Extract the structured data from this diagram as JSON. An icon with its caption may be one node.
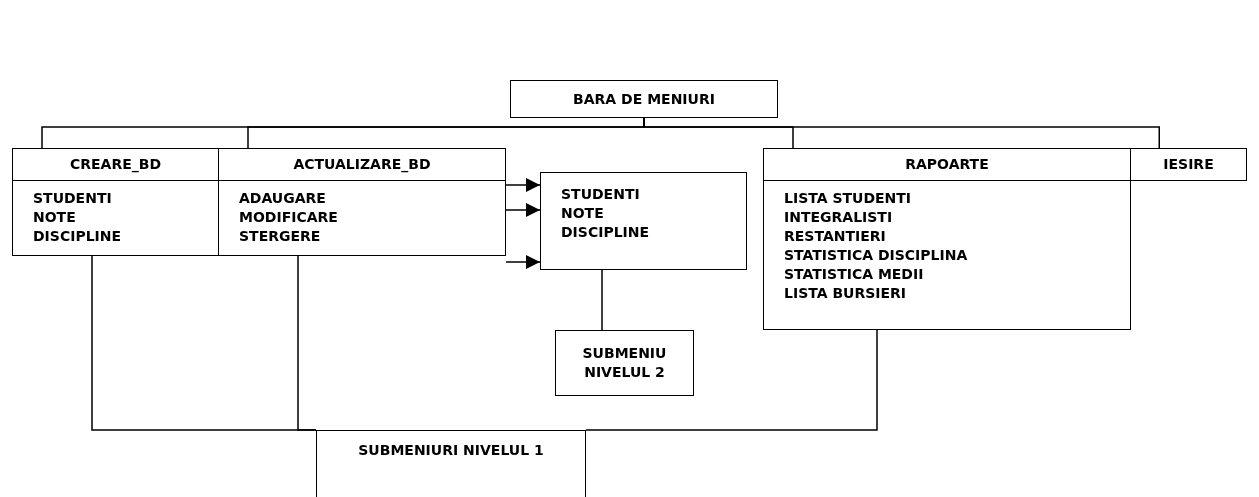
{
  "diagram": {
    "nodes": [
      {
        "text": [
          "BARA DE MENIURI"
        ]
      },
      {
        "text": [
          "CREARE_BD"
        ]
      },
      {
        "text": [
          "ACTUALIZARE_BD"
        ]
      },
      {
        "text": [
          "RAPOARTE"
        ]
      },
      {
        "text": [
          "IESIRE"
        ]
      },
      {
        "text": [
          "STUDENTI",
          "NOTE",
          "DISCIPLINE"
        ]
      },
      {
        "text": [
          "ADAUGARE",
          "MODIFICARE",
          "STERGERE"
        ]
      },
      {
        "text": [
          "STUDENTI",
          "NOTE",
          "DISCIPLINE"
        ]
      },
      {
        "text": [
          "LISTA STUDENTI",
          "INTEGRALISTI",
          "RESTANTIERI",
          "STATISTICA DISCIPLINA",
          "STATISTICA MEDII",
          "LISTA BURSIERI"
        ]
      },
      {
        "text": [
          "SUBMENIU NIVELUL 2"
        ]
      },
      {
        "text": [
          "SUBMENIURI NIVELUL 1"
        ]
      }
    ],
    "edges": [
      {
        "from": 0,
        "to": 1,
        "arrow": "none"
      },
      {
        "from": 0,
        "to": 2,
        "arrow": "none"
      },
      {
        "from": 0,
        "to": 3,
        "arrow": "none"
      },
      {
        "from": 0,
        "to": 4,
        "arrow": "none"
      },
      {
        "from": 6,
        "to": 7,
        "arrow": "to"
      },
      {
        "from": 6,
        "to": 7,
        "arrow": "to"
      },
      {
        "from": 6,
        "to": 7,
        "arrow": "to"
      },
      {
        "from": 7,
        "to": 9,
        "arrow": "none"
      },
      {
        "from": 10,
        "to": 5,
        "arrow": "none"
      },
      {
        "from": 10,
        "to": 6,
        "arrow": "none"
      },
      {
        "from": 10,
        "to": 8,
        "arrow": "none"
      }
    ]
  }
}
